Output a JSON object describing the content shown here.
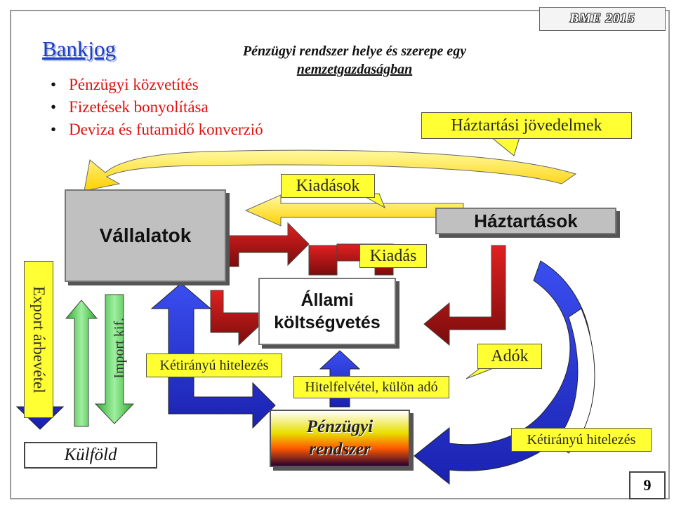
{
  "slide": {
    "title": "Bankjog",
    "badge": "BME  2015",
    "heading_line1": "Pénzügyi rendszer helye és szerepe egy",
    "heading_line2": "nemzetgazdaságban",
    "bullets": [
      "Pénzügyi közvetítés",
      "Fizetések bonyolítása",
      "Deviza és futamidő konverzió"
    ],
    "page_number": "9"
  },
  "diagram": {
    "nodes": {
      "vallalatok": "Vállalatok",
      "haztartasok": "Háztartások",
      "allami": "Állami költségvetés",
      "penzugyi": "Pénzügyi rendszer",
      "kulfold": "Külföld"
    },
    "labels": {
      "haztartasi_jovedelmek": "Háztartási jövedelmek",
      "kiadasok": "Kiadások",
      "kiadas": "Kiadás",
      "adok": "Adók",
      "ketiranyu_left": "Kétirányú hitelezés",
      "ketiranyu_right": "Kétirányú hitelezés",
      "hitelfelvetel": "Hitelfelvétel, külön adó",
      "export": "Export árbevétel",
      "import": "Import kif."
    }
  },
  "colors": {
    "title": "#1c3cc6",
    "bullets": "#e01010",
    "callout": "#ffff33",
    "arrow_blue": "#2230d8",
    "arrow_red": "#c01818",
    "arrow_green": "#3cc03c",
    "arrow_yellow": "#ffd800"
  }
}
